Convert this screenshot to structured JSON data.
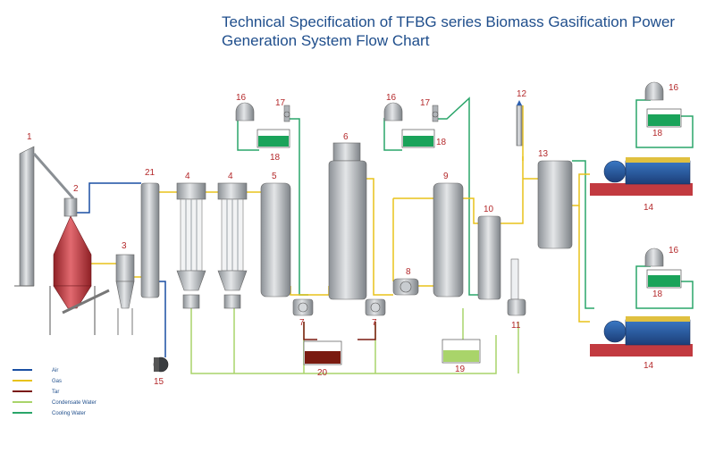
{
  "title": {
    "line1": "Technical Specification of TFBG series Biomass Gasification Power",
    "line2": "Generation System Flow Chart"
  },
  "colors": {
    "air": "#1a4fa3",
    "gas": "#e8c21a",
    "tar": "#7a1a10",
    "condensate": "#a9d46a",
    "cooling": "#2aa56a",
    "label": "#b4292b",
    "title": "#1f4e8c",
    "steel": "#b9bcc0",
    "gasifier": "#c9434a",
    "tank_green": "#1aa35a"
  },
  "labels": {
    "n1": "1",
    "n2": "2",
    "n3": "3",
    "n4a": "4",
    "n4b": "4",
    "n5": "5",
    "n6": "6",
    "n7a": "7",
    "n7b": "7",
    "n8": "8",
    "n9": "9",
    "n10": "10",
    "n11": "11",
    "n12": "12",
    "n13": "13",
    "n14a": "14",
    "n14b": "14",
    "n15": "15",
    "n16a": "16",
    "n16b": "16",
    "n16c": "16",
    "n16d": "16",
    "n17a": "17",
    "n17b": "17",
    "n18a": "18",
    "n18b": "18",
    "n18c": "18",
    "n18d": "18",
    "n19": "19",
    "n20": "20",
    "n21": "21"
  },
  "legend": [
    {
      "label": "Air",
      "color": "#1a4fa3"
    },
    {
      "label": "Gas",
      "color": "#e8c21a"
    },
    {
      "label": "Tar",
      "color": "#7a1a10"
    },
    {
      "label": "Condensate Water",
      "color": "#a9d46a"
    },
    {
      "label": "Cooling Water",
      "color": "#2aa56a"
    }
  ]
}
